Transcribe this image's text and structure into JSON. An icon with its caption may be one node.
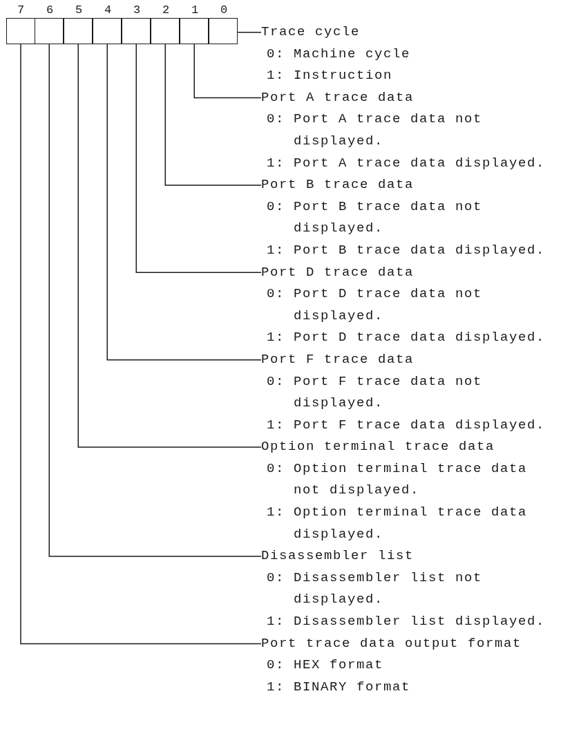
{
  "diagram": {
    "nodes": [
      {
        "text": [],
        "shape": "box",
        "beside": [
          "7"
        ]
      },
      {
        "text": [],
        "shape": "box",
        "beside": [
          "6"
        ]
      },
      {
        "text": [],
        "shape": "box",
        "beside": [
          "5"
        ]
      },
      {
        "text": [],
        "shape": "box",
        "beside": [
          "4"
        ]
      },
      {
        "text": [],
        "shape": "box",
        "beside": [
          "3"
        ]
      },
      {
        "text": [],
        "shape": "box",
        "beside": [
          "2"
        ]
      },
      {
        "text": [],
        "shape": "box",
        "beside": [
          "1"
        ]
      },
      {
        "text": [],
        "shape": "box",
        "beside": [
          "0"
        ]
      },
      {
        "text": [
          "Trace cycle"
        ],
        "beside": [
          "0: Machine cycle",
          "1: Instruction"
        ]
      },
      {
        "text": [
          "Port A trace data"
        ],
        "beside": [
          "0: Port A trace data not displayed.",
          "1: Port A trace data displayed."
        ]
      },
      {
        "text": [
          "Port B trace data"
        ],
        "beside": [
          "0: Port B trace data not displayed.",
          "1: Port B trace data displayed."
        ]
      },
      {
        "text": [
          "Port D trace data"
        ],
        "beside": [
          "0: Port D trace data not displayed.",
          "1: Port D trace data displayed."
        ]
      },
      {
        "text": [
          "Port F trace data"
        ],
        "beside": [
          "0: Port F trace data not displayed.",
          "1: Port F trace data displayed."
        ]
      },
      {
        "text": [
          "Option terminal trace data"
        ],
        "beside": [
          "0: Option terminal trace data not displayed.",
          "1: Option terminal trace data displayed."
        ]
      },
      {
        "text": [
          "Disassembler list"
        ],
        "beside": [
          "0: Disassembler list not displayed.",
          "1: Disassembler list displayed."
        ]
      },
      {
        "text": [
          "Port trace data output format"
        ],
        "beside": [
          "0: HEX format",
          "1: BINARY format"
        ]
      }
    ],
    "edges": [
      {
        "from": 7,
        "to": 8,
        "arrow": "none"
      },
      {
        "from": 6,
        "to": 9,
        "arrow": "none"
      },
      {
        "from": 5,
        "to": 10,
        "arrow": "none"
      },
      {
        "from": 4,
        "to": 11,
        "arrow": "none"
      },
      {
        "from": 3,
        "to": 12,
        "arrow": "none"
      },
      {
        "from": 2,
        "to": 13,
        "arrow": "none"
      },
      {
        "from": 1,
        "to": 14,
        "arrow": "none"
      },
      {
        "from": 0,
        "to": 15,
        "arrow": "none"
      }
    ]
  }
}
